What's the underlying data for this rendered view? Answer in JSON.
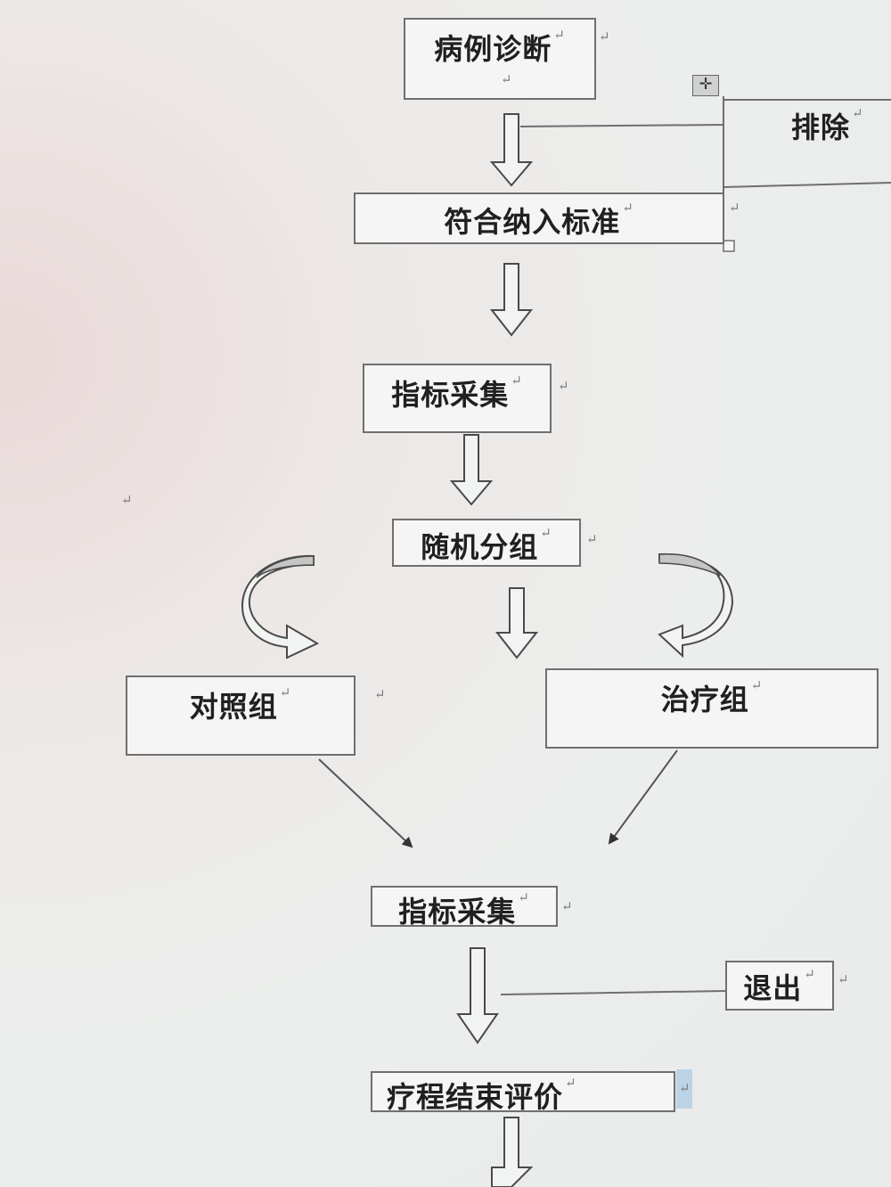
{
  "diagram": {
    "nodes": {
      "diagnosis": "病例诊断",
      "exclude": "排除",
      "inclusion": "符合纳入标准",
      "collect1": "指标采集",
      "randomize": "随机分组",
      "control": "对照组",
      "treatment": "治疗组",
      "collect2": "指标采集",
      "withdraw": "退出",
      "evaluation": "疗程结束评价"
    },
    "paragraph_mark": "↵",
    "table_handle_icon": "move-cross-icon"
  },
  "colors": {
    "border": "#6f6f6f",
    "arrow_fill": "#f2f4f3",
    "arrow_stroke": "#4a4a4a",
    "curve_fill": "#c4c6c5",
    "text": "#202020"
  }
}
